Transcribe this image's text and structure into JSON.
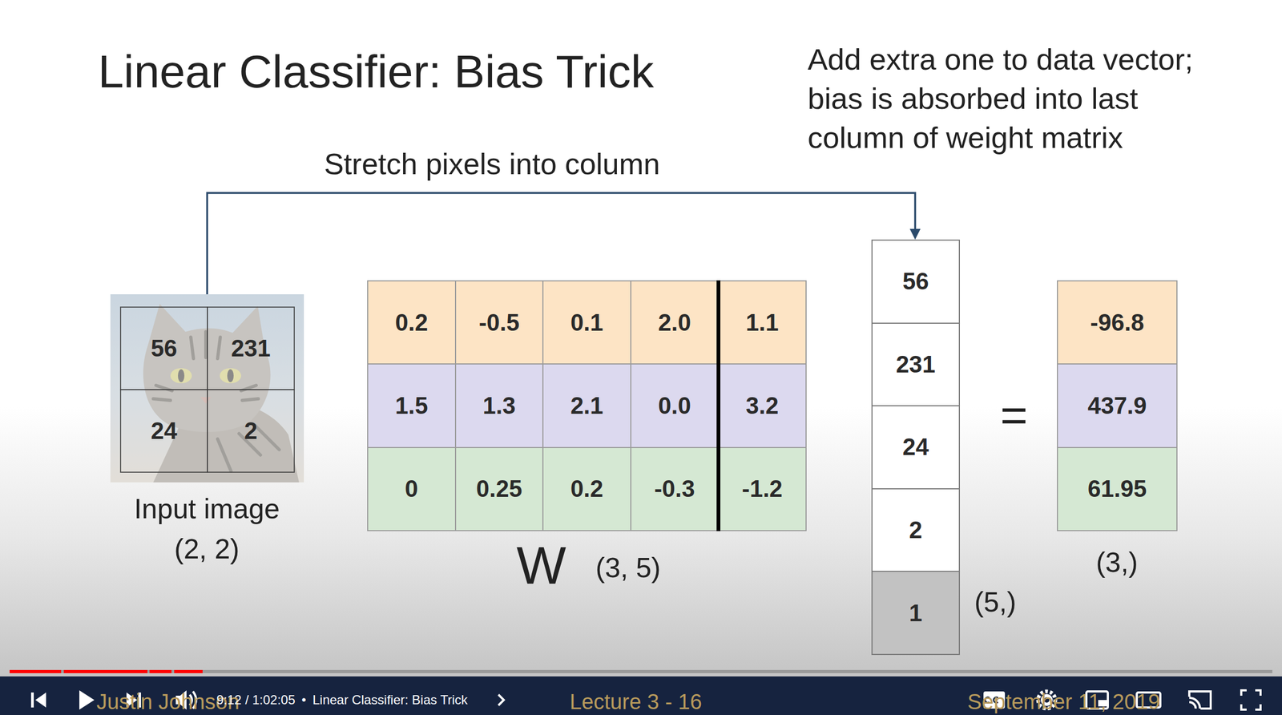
{
  "diagram": {
    "title": "Linear Classifier: Bias Trick",
    "nodes": [
      {
        "text": [
          "Input image (2, 2)"
        ]
      },
      {
        "text": [
          "56"
        ],
        "in": 0
      },
      {
        "text": [
          "231"
        ],
        "in": 0
      },
      {
        "text": [
          "24"
        ],
        "in": 0
      },
      {
        "text": [
          "2"
        ],
        "in": 0
      },
      {
        "text": [
          "W",
          "(3, 5)"
        ]
      },
      {
        "text": [
          "0.2"
        ],
        "in": 5
      },
      {
        "text": [
          "-0.5"
        ],
        "in": 5
      },
      {
        "text": [
          "0.1"
        ],
        "in": 5
      },
      {
        "text": [
          "2.0"
        ],
        "in": 5
      },
      {
        "text": [
          "1.1"
        ],
        "in": 5
      },
      {
        "text": [
          "1.5"
        ],
        "in": 5
      },
      {
        "text": [
          "1.3"
        ],
        "in": 5
      },
      {
        "text": [
          "2.1"
        ],
        "in": 5
      },
      {
        "text": [
          "0.0"
        ],
        "in": 5
      },
      {
        "text": [
          "3.2"
        ],
        "in": 5
      },
      {
        "text": [
          "0"
        ],
        "in": 5
      },
      {
        "text": [
          "0.25"
        ],
        "in": 5
      },
      {
        "text": [
          "0.2"
        ],
        "in": 5
      },
      {
        "text": [
          "-0.3"
        ],
        "in": 5
      },
      {
        "text": [
          "-1.2"
        ],
        "in": 5
      },
      {
        "text": [
          "(5,)"
        ]
      },
      {
        "text": [
          "56"
        ],
        "in": 21
      },
      {
        "text": [
          "231"
        ],
        "in": 21
      },
      {
        "text": [
          "24"
        ],
        "in": 21
      },
      {
        "text": [
          "2"
        ],
        "in": 21
      },
      {
        "text": [
          "1"
        ],
        "in": 21
      },
      {
        "text": [
          "(3,)"
        ]
      },
      {
        "text": [
          "-96.8"
        ],
        "in": 27
      },
      {
        "text": [
          "437.9"
        ],
        "in": 27
      },
      {
        "text": [
          "61.95"
        ],
        "in": 27
      }
    ],
    "edges": [
      {
        "from": 0,
        "to": 21,
        "arrow": "to",
        "label": "Stretch pixels into column"
      }
    ],
    "labels": [
      "Add extra one to data vector; bias is absorbed into last column of weight matrix",
      "=",
      "Justin Johnson",
      "9:12 / 1:02:05",
      "•",
      "Linear Classifier: Bias Trick",
      "Lecture 3 - 16",
      "September 11, 2019"
    ]
  }
}
